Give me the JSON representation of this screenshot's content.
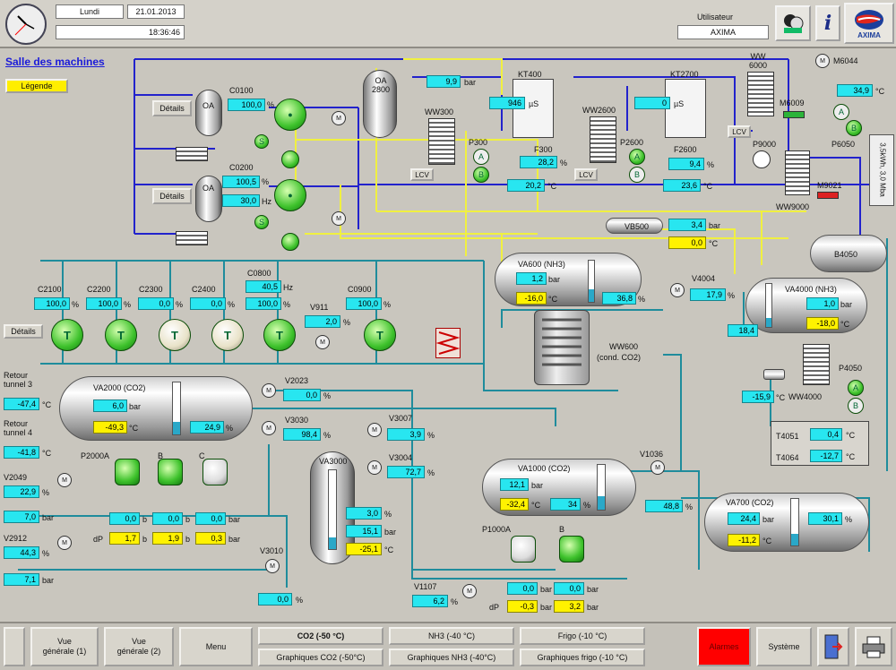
{
  "header": {
    "day": "Lundi",
    "date": "21.01.2013",
    "time": "18:36:46",
    "user_label": "Utilisateur",
    "user_value": "AXIMA",
    "logo_text": "AXIMA"
  },
  "page": {
    "title": "Salle des machines",
    "legend_button": "Légende"
  },
  "details_buttons": [
    "Détails",
    "Détails",
    "Détails"
  ],
  "compressors": {
    "c0100": {
      "name": "C0100",
      "val": "100,0",
      "unit": "%"
    },
    "c0200": {
      "name": "C0200",
      "val1": "100,5",
      "unit1": "%",
      "val2": "30,0",
      "unit2": "Hz"
    },
    "oa_labels": [
      "OA",
      "OA"
    ],
    "oa2800": "OA\n2800"
  },
  "hp": {
    "p1": {
      "val": "9,9",
      "unit": "bar"
    },
    "kt400": {
      "name": "KT400",
      "val": "946",
      "unit": "µS"
    },
    "kt2700": {
      "name": "KT2700",
      "val": "0",
      "unit": "µS"
    },
    "f300": {
      "name": "F300",
      "val": "28,2",
      "unit": "%"
    },
    "f300b": {
      "val": "20,2",
      "unit": "°C"
    },
    "f2600": {
      "name": "F2600",
      "val": "9,4",
      "unit": "%"
    },
    "f2600b": {
      "val": "23,6",
      "unit": "°C"
    },
    "ww300": "WW300",
    "ww2600": "WW2600",
    "ww6000": "WW\n6000",
    "ww9000": "WW9000",
    "p300": "P300",
    "p2600": "P2600",
    "p6050": "P6050",
    "p9000": "P9000",
    "m6044": "M6044",
    "m6009": "M6009",
    "m9021": "M9021",
    "val6044": {
      "val": "34,9",
      "unit": "°C"
    },
    "side": "3,5kWh, 3,0 Mba",
    "lcv": [
      "LCV",
      "LCV",
      "LCV"
    ],
    "vb500": "VB500",
    "p3": {
      "val": "3,4",
      "unit": "bar"
    },
    "t3": {
      "val": "0,0",
      "unit": "°C"
    }
  },
  "lp_compressors": [
    {
      "name": "C2100",
      "val": "100,0",
      "unit": "%"
    },
    {
      "name": "C2200",
      "val": "100,0",
      "unit": "%"
    },
    {
      "name": "C2300",
      "val": "0,0",
      "unit": "%"
    },
    {
      "name": "C2400",
      "val": "0,0",
      "unit": "%"
    },
    {
      "name": "C0800",
      "val1": "40,5",
      "unit1": "Hz",
      "val2": "100,0",
      "unit2": "%"
    },
    {
      "name": "C0900",
      "val": "100,0",
      "unit": "%"
    }
  ],
  "v911": {
    "name": "V911",
    "val": "2,0",
    "unit": "%"
  },
  "va600": {
    "name": "VA600 (NH3)",
    "v1": "1,2",
    "u1": "bar",
    "v2": "-16,0",
    "u2": "°C",
    "v3": "36,8",
    "u3": "%"
  },
  "ww600": {
    "name": "WW600",
    "sub": "(cond. CO2)"
  },
  "v4004": {
    "name": "V4004",
    "val": "17,9",
    "unit": "%"
  },
  "va4000": {
    "name": "VA4000 (NH3)",
    "v1": "1,0",
    "u1": "bar",
    "v2": "-18,0",
    "u2": "°C",
    "side": "18,4"
  },
  "b4050": "B4050",
  "p4050": "P4050",
  "ww4000": "WW4000",
  "t15": {
    "val": "-15,9",
    "unit": "°C"
  },
  "t4051": {
    "name": "T4051",
    "val": "0,4",
    "unit": "°C"
  },
  "t4064": {
    "name": "T4064",
    "val": "-12,7",
    "unit": "°C"
  },
  "va2000": {
    "name": "VA2000 (CO2)",
    "v1": "6,0",
    "u1": "bar",
    "v2": "-49,3",
    "u2": "°C",
    "v3": "24,9",
    "u3": "%"
  },
  "retour3": {
    "label": "Retour\ntunnel 3",
    "val": "-47,4",
    "unit": "°C"
  },
  "retour4": {
    "label": "Retour\ntunnel 4",
    "val": "-41,8",
    "unit": "°C"
  },
  "v2023": {
    "name": "V2023",
    "val": "0,0",
    "unit": "%"
  },
  "v3030": {
    "name": "V3030",
    "val": "98,4",
    "unit": "%"
  },
  "v3007": {
    "name": "V3007",
    "val": "3,9",
    "unit": "%"
  },
  "v3004": {
    "name": "V3004",
    "val": "72,7",
    "unit": "%"
  },
  "va3000": {
    "name": "VA3000",
    "v1": "3,0",
    "u1": "%",
    "v2": "15,1",
    "u2": "bar",
    "v3": "-25,1",
    "u3": "°C"
  },
  "v3010": {
    "name": "V3010",
    "val": "0,0",
    "unit": "%"
  },
  "p2000": {
    "name": "P2000A",
    "b": "B",
    "c": "C",
    "row1": [
      {
        "val": "0,0",
        "unit": "b"
      },
      {
        "val": "0,0",
        "unit": "b"
      },
      {
        "val": "0,0",
        "unit": "bar"
      }
    ],
    "row2_label": "dP",
    "row2": [
      {
        "val": "1,7",
        "unit": "b"
      },
      {
        "val": "1,9",
        "unit": "b"
      },
      {
        "val": "0,3",
        "unit": "bar"
      }
    ]
  },
  "v2049": {
    "name": "V2049",
    "val": "22,9",
    "unit": "%",
    "val2": "7,0",
    "unit2": "bar"
  },
  "v2912": {
    "name": "V2912",
    "val": "44,3",
    "unit": "%",
    "val2": "7,1",
    "unit2": "bar"
  },
  "va1000": {
    "name": "VA1000 (CO2)",
    "v1": "12,1",
    "u1": "bar",
    "v2": "-32,4",
    "u2": "°C",
    "v3": "34",
    "u3": "%"
  },
  "v1036": {
    "name": "V1036",
    "val": "48,8",
    "unit": "%"
  },
  "p1000": {
    "name": "P1000A",
    "b": "B",
    "row1": [
      {
        "val": "0,0",
        "unit": "bar"
      },
      {
        "val": "0,0",
        "unit": "bar"
      }
    ],
    "row2_label": "dP",
    "row2": [
      {
        "val": "-0,3",
        "unit": "bar"
      },
      {
        "val": "3,2",
        "unit": "bar"
      }
    ]
  },
  "v1107": {
    "name": "V1107",
    "val": "6,2",
    "unit": "%"
  },
  "va700": {
    "name": "VA700 (CO2)",
    "v1": "24,4",
    "u1": "bar",
    "v2": "-11,2",
    "u2": "°C",
    "v3": "30,1",
    "u3": "%"
  },
  "nav": {
    "vue1": "Vue\ngénérale (1)",
    "vue2": "Vue\ngénérale (2)",
    "menu": "Menu",
    "co2": "CO2 (-50 °C)",
    "nh3": "NH3 (-40 °C)",
    "frigo": "Frigo (-10 °C)",
    "gco2": "Graphiques CO2 (-50°C)",
    "gnh3": "Graphiques NH3 (-40°C)",
    "gfrigo": "Graphiques frigo (-10 °C)",
    "alarmes": "Alarmes",
    "systeme": "Système"
  },
  "colors": {
    "value_bg": "#28e6f0",
    "temp_bg": "#fff200",
    "pipe_blue": "#2222cc",
    "pipe_yellow": "#f0f040",
    "pipe_teal": "#1f8c9c",
    "alarm": "#ff0000"
  }
}
